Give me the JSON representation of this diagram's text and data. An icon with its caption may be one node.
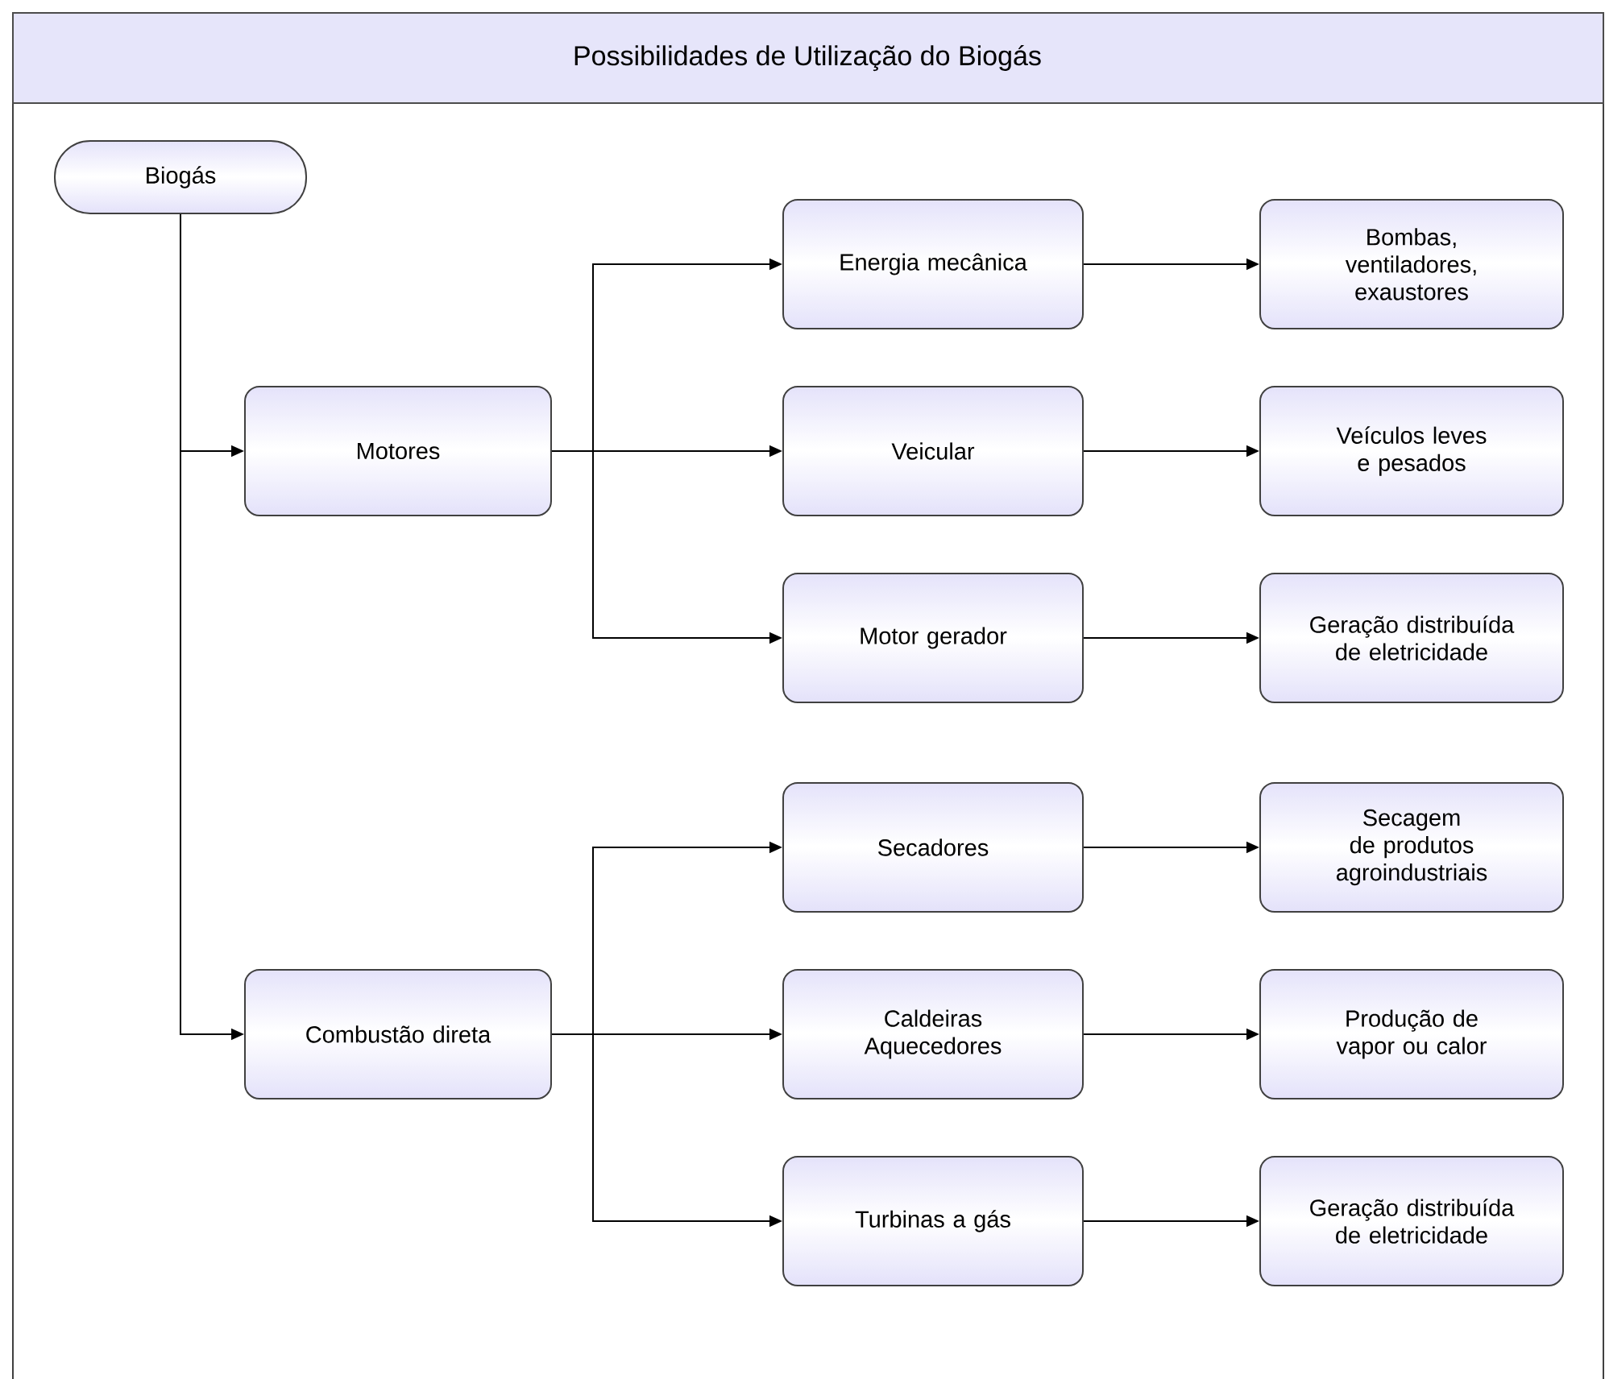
{
  "diagram": {
    "title": "Possibilidades de Utilização do Biogás",
    "nodes": [
      {
        "text": [
          "Biogás"
        ]
      },
      {
        "text": [
          "Motores"
        ]
      },
      {
        "text": [
          "Combustão direta"
        ]
      },
      {
        "text": [
          "Energia mecânica"
        ]
      },
      {
        "text": [
          "Bombas, ventiladores, exaustores"
        ]
      },
      {
        "text": [
          "Veicular"
        ]
      },
      {
        "text": [
          "Veículos leves e pesados"
        ]
      },
      {
        "text": [
          "Motor gerador"
        ]
      },
      {
        "text": [
          "Geração distribuída de eletricidade"
        ]
      },
      {
        "text": [
          "Secadores"
        ]
      },
      {
        "text": [
          "Secagem de produtos agroindustriais"
        ]
      },
      {
        "text": [
          "Caldeiras Aquecedores"
        ]
      },
      {
        "text": [
          "Produção de vapor ou calor"
        ]
      },
      {
        "text": [
          "Turbinas a gás"
        ]
      },
      {
        "text": [
          "Geração distribuída de eletricidade"
        ]
      }
    ],
    "edges": [
      {
        "from": 0,
        "to": 1,
        "arrow": "to"
      },
      {
        "from": 0,
        "to": 2,
        "arrow": "to"
      },
      {
        "from": 1,
        "to": 3,
        "arrow": "to"
      },
      {
        "from": 1,
        "to": 5,
        "arrow": "to"
      },
      {
        "from": 1,
        "to": 7,
        "arrow": "to"
      },
      {
        "from": 2,
        "to": 9,
        "arrow": "to"
      },
      {
        "from": 2,
        "to": 11,
        "arrow": "to"
      },
      {
        "from": 2,
        "to": 13,
        "arrow": "to"
      },
      {
        "from": 3,
        "to": 4,
        "arrow": "to"
      },
      {
        "from": 5,
        "to": 6,
        "arrow": "to"
      },
      {
        "from": 7,
        "to": 8,
        "arrow": "to"
      },
      {
        "from": 9,
        "to": 10,
        "arrow": "to"
      },
      {
        "from": 11,
        "to": 12,
        "arrow": "to"
      },
      {
        "from": 13,
        "to": 14,
        "arrow": "to"
      }
    ]
  }
}
